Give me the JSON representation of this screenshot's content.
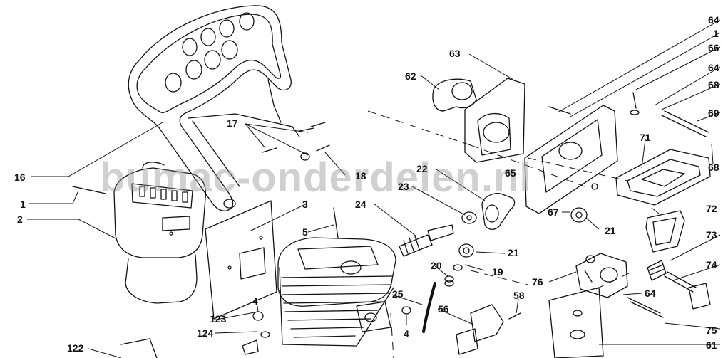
{
  "watermark": "bumac-onderdelen.nl",
  "callouts": [
    {
      "id": "c64a",
      "text": "64"
    },
    {
      "id": "c1a",
      "text": "1"
    },
    {
      "id": "c66",
      "text": "66"
    },
    {
      "id": "c64b",
      "text": "64"
    },
    {
      "id": "c68a",
      "text": "68"
    },
    {
      "id": "c69",
      "text": "69"
    },
    {
      "id": "c63",
      "text": "63"
    },
    {
      "id": "c62",
      "text": "62"
    },
    {
      "id": "c71",
      "text": "71"
    },
    {
      "id": "c68b",
      "text": "68"
    },
    {
      "id": "c17",
      "text": "17"
    },
    {
      "id": "c16",
      "text": "16"
    },
    {
      "id": "c18",
      "text": "18"
    },
    {
      "id": "c22",
      "text": "22"
    },
    {
      "id": "c65",
      "text": "65"
    },
    {
      "id": "c23",
      "text": "23"
    },
    {
      "id": "c1b",
      "text": "1"
    },
    {
      "id": "c2",
      "text": "2"
    },
    {
      "id": "c3",
      "text": "3"
    },
    {
      "id": "c24",
      "text": "24"
    },
    {
      "id": "c67",
      "text": "67"
    },
    {
      "id": "c72",
      "text": "72"
    },
    {
      "id": "c5",
      "text": "5"
    },
    {
      "id": "c21a",
      "text": "21"
    },
    {
      "id": "c21b",
      "text": "21"
    },
    {
      "id": "c73",
      "text": "73"
    },
    {
      "id": "c20",
      "text": "20"
    },
    {
      "id": "c19",
      "text": "19"
    },
    {
      "id": "c74",
      "text": "74"
    },
    {
      "id": "c76",
      "text": "76"
    },
    {
      "id": "c4a",
      "text": "4"
    },
    {
      "id": "c25",
      "text": "25"
    },
    {
      "id": "c58",
      "text": "58"
    },
    {
      "id": "c64c",
      "text": "64"
    },
    {
      "id": "c56",
      "text": "56"
    },
    {
      "id": "c123",
      "text": "123"
    },
    {
      "id": "c4b",
      "text": "4"
    },
    {
      "id": "c124",
      "text": "124"
    },
    {
      "id": "c75",
      "text": "75"
    },
    {
      "id": "c122",
      "text": "122"
    },
    {
      "id": "c61",
      "text": "61"
    }
  ]
}
